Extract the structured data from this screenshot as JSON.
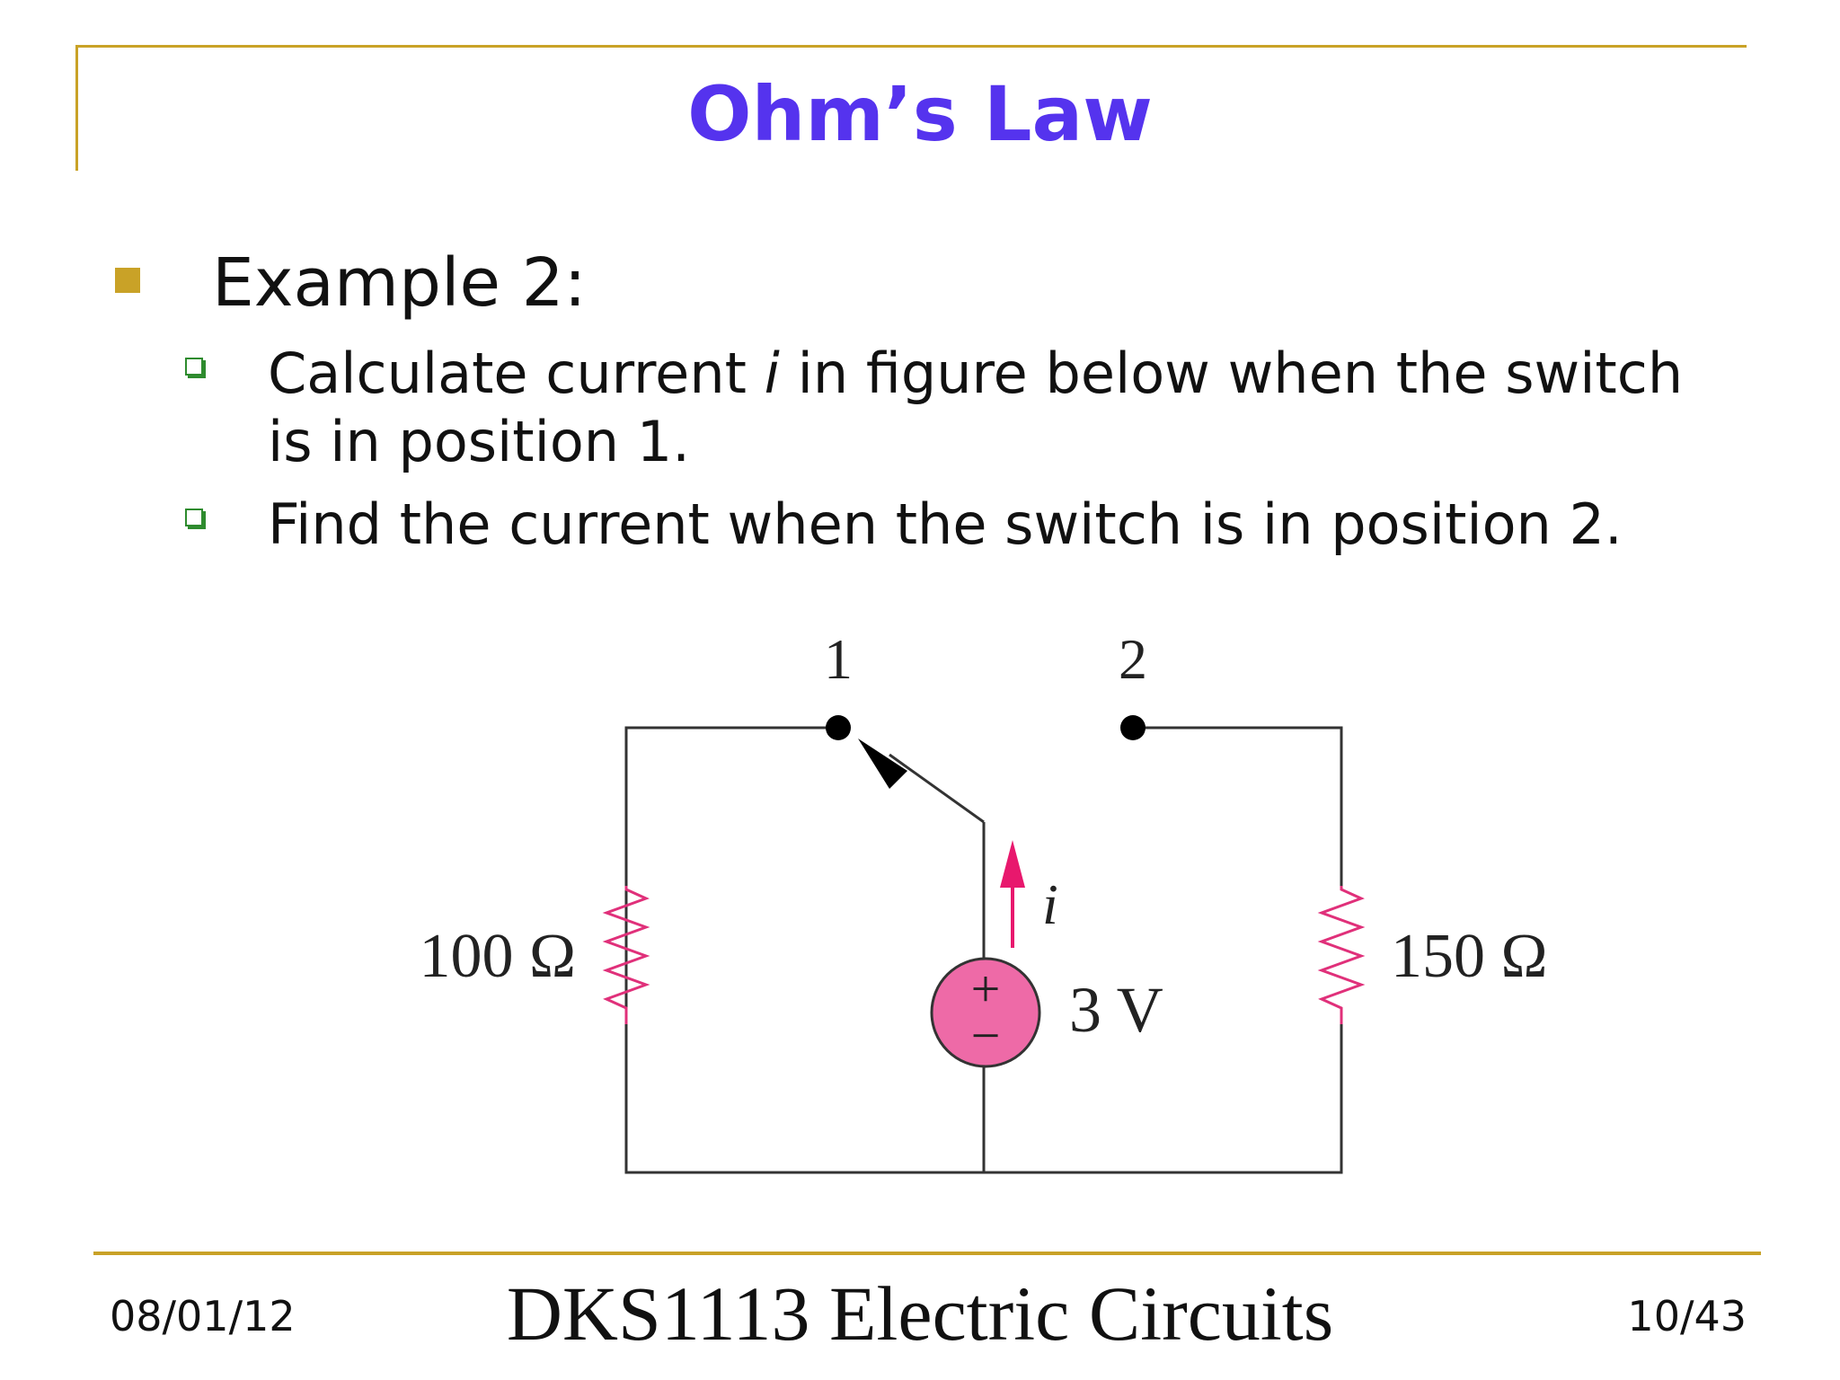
{
  "slide": {
    "title": "Ohm’s Law",
    "example_label": "Example 2:",
    "bullets": [
      {
        "before": "Calculate current ",
        "var": "i",
        "after": " in figure below when the switch",
        "line2": "is in position 1."
      },
      {
        "text": "Find the current when the switch is in position 2."
      }
    ]
  },
  "circuit": {
    "switch_pos1_label": "1",
    "switch_pos2_label": "2",
    "left_resistor": "100 Ω",
    "right_resistor": "150 Ω",
    "source_voltage": "3 V",
    "source_plus": "+",
    "source_minus": "−",
    "current_label": "i",
    "colors": {
      "wire": "#333333",
      "resistor": "#E0307A",
      "source_fill": "#EE6AA7",
      "arrow": "#E8186D"
    }
  },
  "footer": {
    "date": "08/01/12",
    "course": "DKS1113 Electric Circuits",
    "page": "10/43"
  },
  "colors": {
    "accent": "#C9A227",
    "title": "#5533EE",
    "sub_bullet": "#2E8B2E"
  }
}
